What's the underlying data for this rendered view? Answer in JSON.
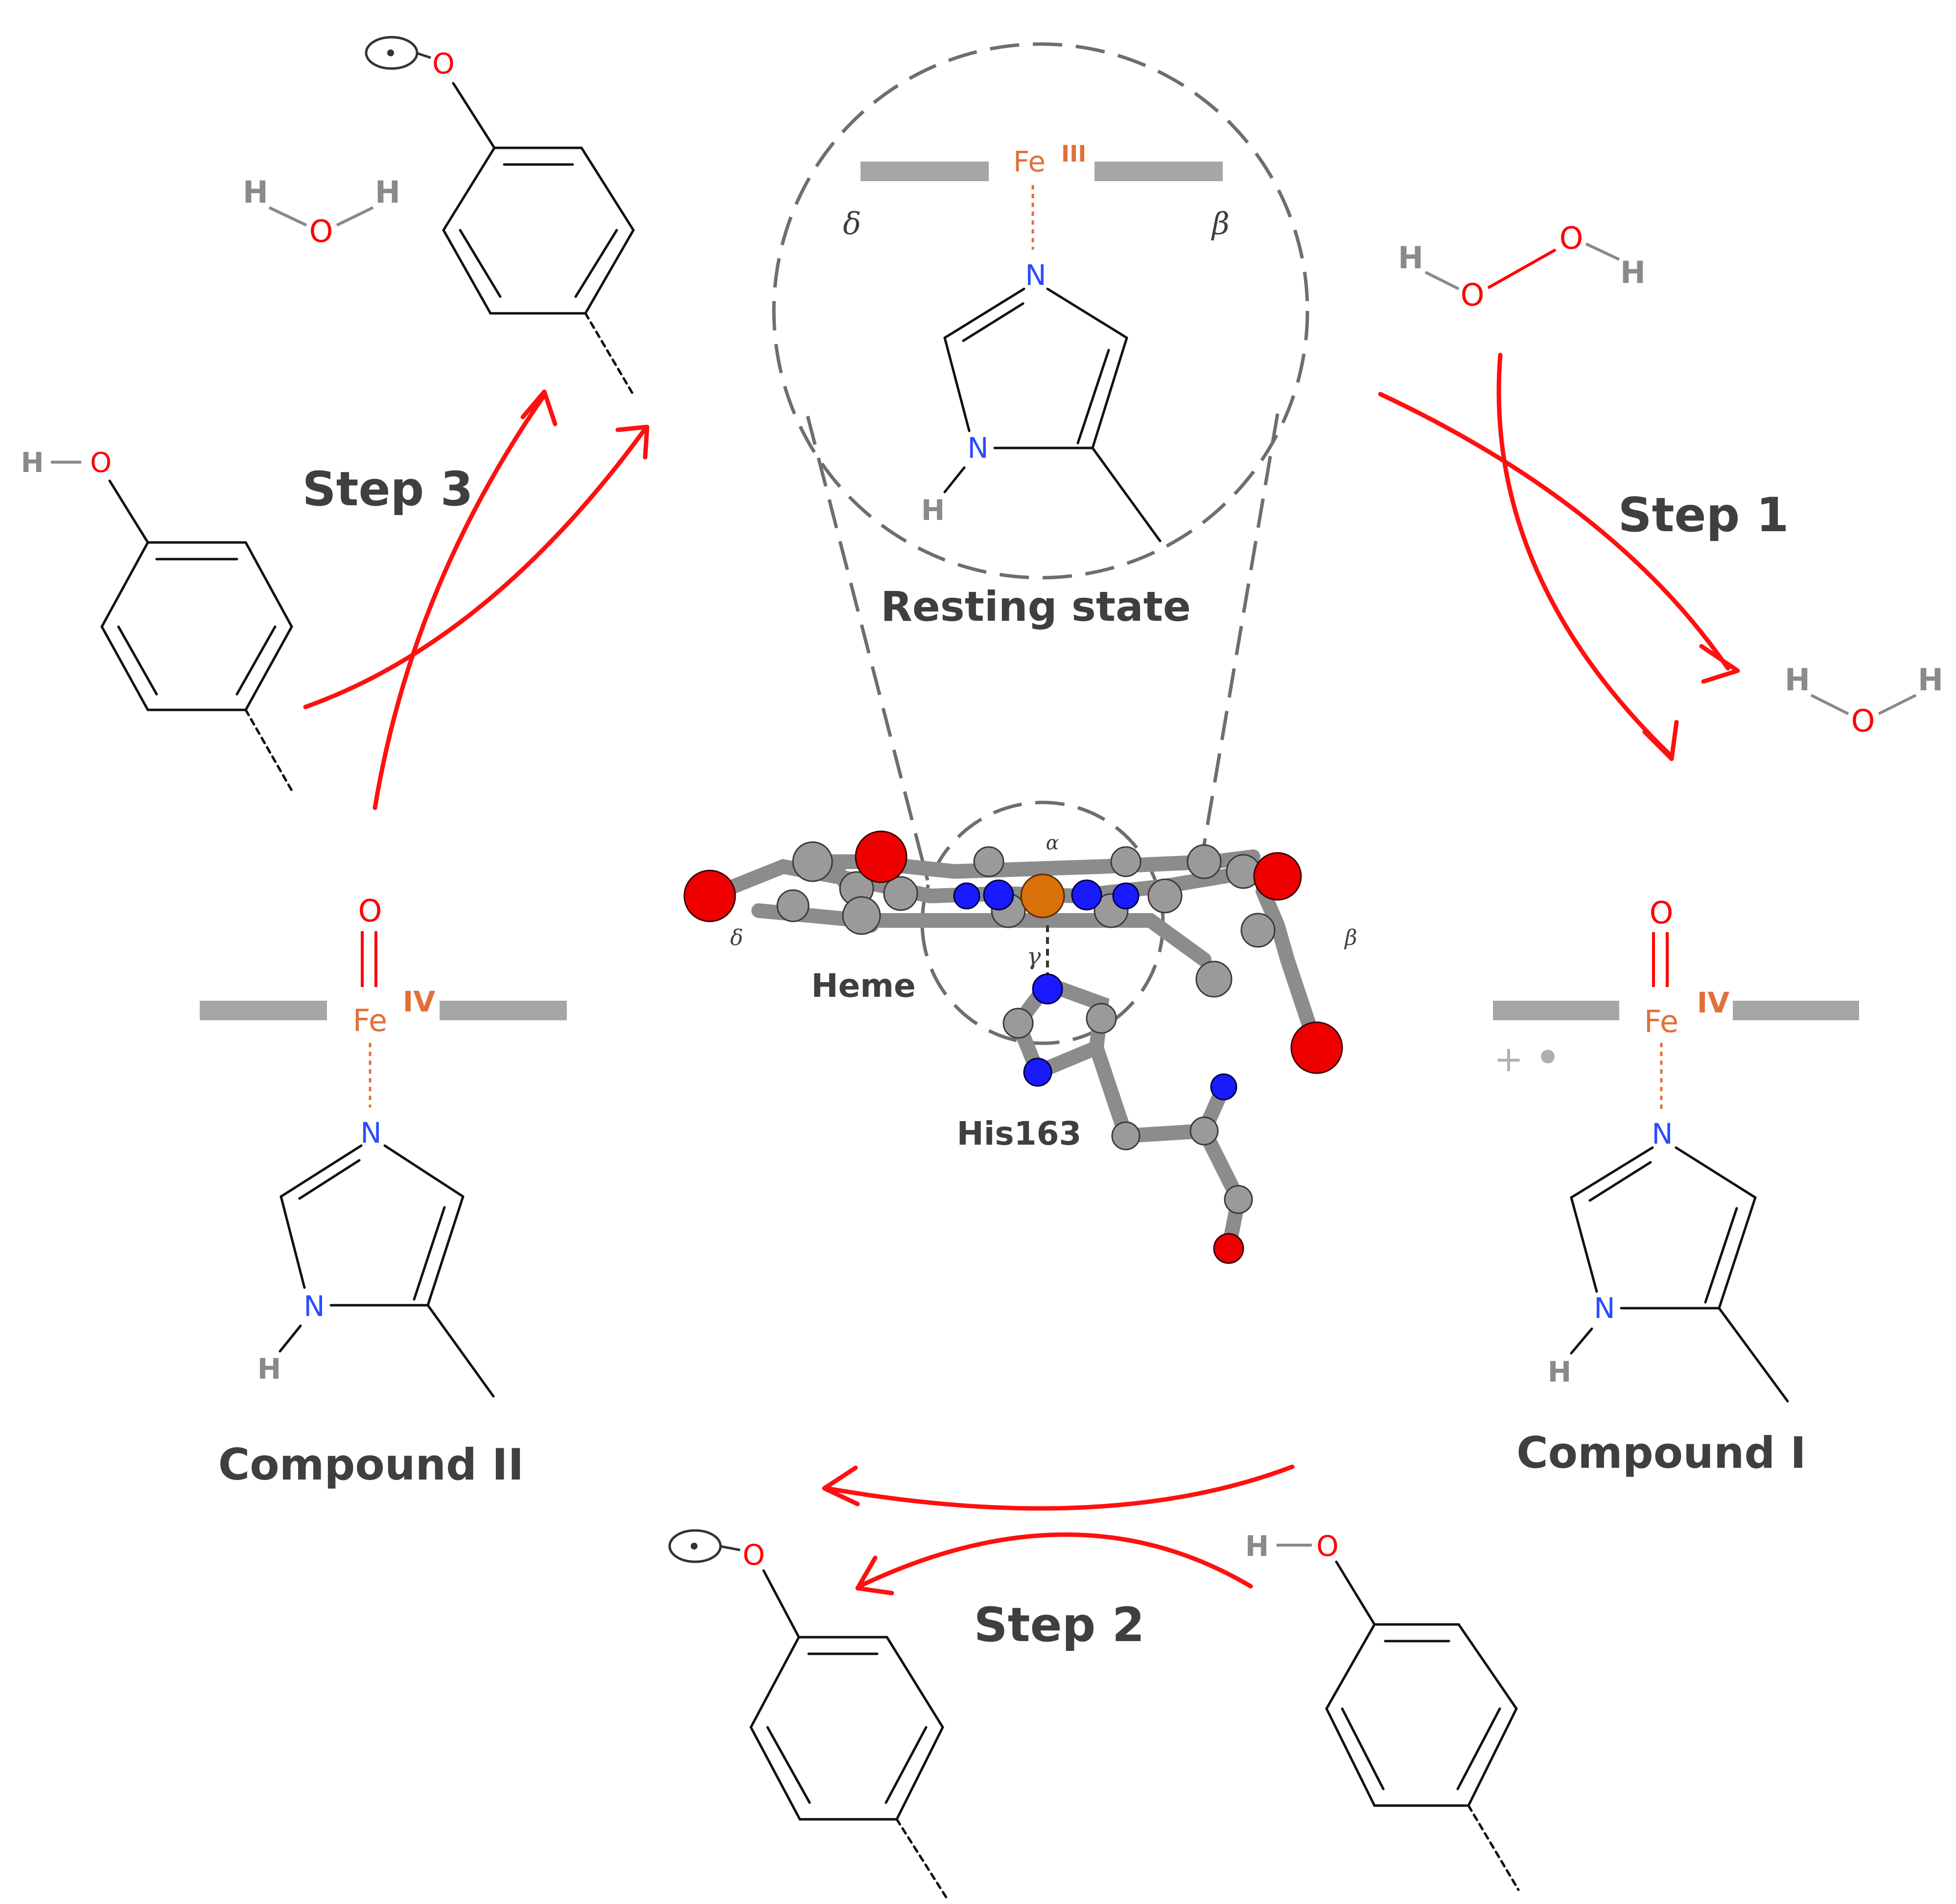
{
  "labels": {
    "resting_state": "Resting state",
    "compound_i": "Compound I",
    "compound_ii": "Compound II",
    "step1": "Step 1",
    "step2": "Step 2",
    "step3": "Step 3",
    "heme": "Heme",
    "his": "His163"
  },
  "atoms": {
    "fe": "Fe",
    "o": "O",
    "n": "N",
    "h": "H"
  },
  "oxidation": {
    "resting": "III",
    "compound_i": "IV",
    "compound_ii": "IV"
  },
  "meso": {
    "alpha": "α",
    "beta": "β",
    "gamma": "γ",
    "delta": "δ"
  },
  "radical_cation": {
    "plus": "+",
    "dot": "•"
  },
  "colors": {
    "arrow": "#ff1010",
    "oxygen": "#ff0000",
    "nitrogen": "#2a4cff",
    "iron": "#e0703a",
    "hydrogen": "#8a8a8a",
    "plate": "#a6a6a6",
    "label": "#3f3f3f"
  }
}
